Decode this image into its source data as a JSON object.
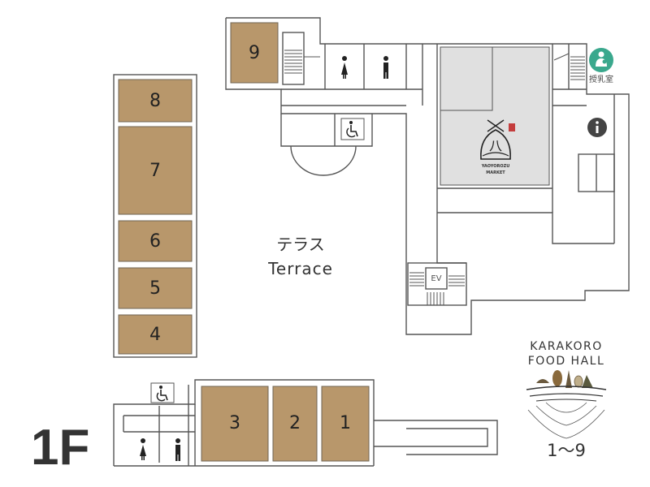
{
  "floor": {
    "label": "1F"
  },
  "terrace": {
    "label_jp": "テラス",
    "label_en": "Terrace"
  },
  "food_hall": {
    "name_line1": "KARAKORO",
    "name_line2": "FOOD HALL",
    "range": "1～9"
  },
  "market": {
    "name": "YAOYOROZU MARKET",
    "line1": "YAOYOROZU",
    "line2": "MARKET",
    "mark": "八"
  },
  "facilities": {
    "elevator": "EV",
    "nursing_room": "授乳室",
    "info_icon": "info-icon"
  },
  "colors": {
    "shop_fill": "#b8976b",
    "market_fill": "#e0e0e0",
    "icon_teal": "#3aa88d",
    "wall": "#555555"
  },
  "shops": [
    {
      "number": "1"
    },
    {
      "number": "2"
    },
    {
      "number": "3"
    },
    {
      "number": "4"
    },
    {
      "number": "5"
    },
    {
      "number": "6"
    },
    {
      "number": "7"
    },
    {
      "number": "8"
    },
    {
      "number": "9"
    }
  ]
}
